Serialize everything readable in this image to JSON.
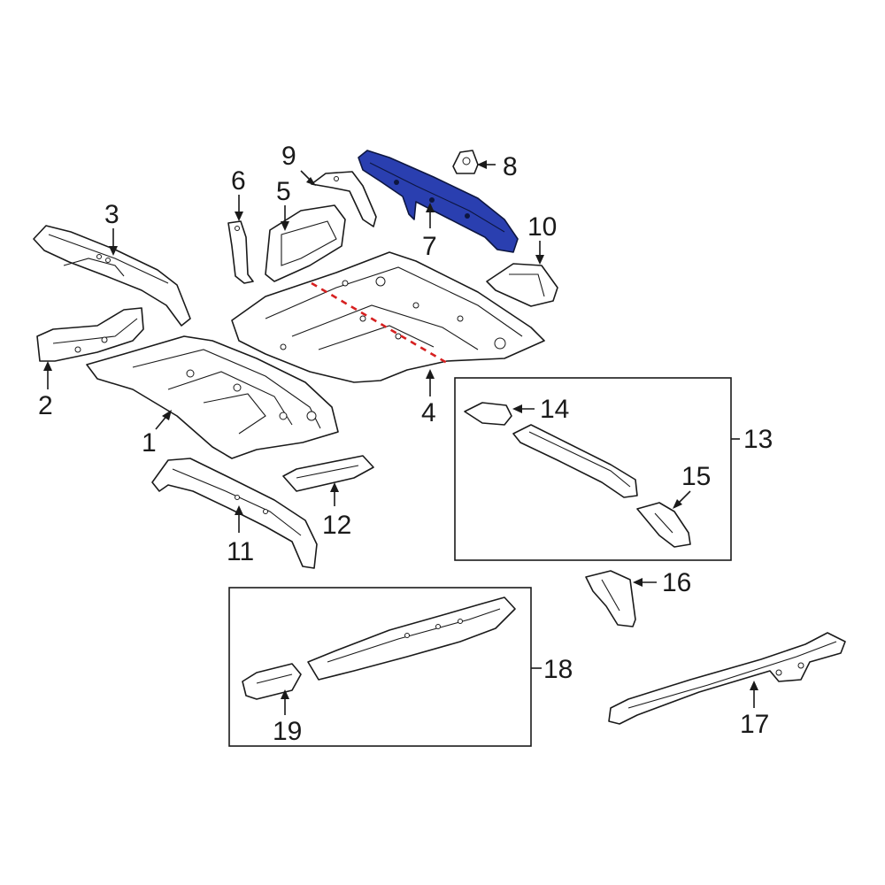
{
  "colors": {
    "highlight_fill": "#2a3fb0",
    "outline": "#1a1a1a",
    "cut_line": "#d62020",
    "background": "#ffffff"
  },
  "callouts": {
    "c1": "1",
    "c2": "2",
    "c3": "3",
    "c4": "4",
    "c5": "5",
    "c6": "6",
    "c7": "7",
    "c8": "8",
    "c9": "9",
    "c10": "10",
    "c11": "11",
    "c12": "12",
    "c13": "13",
    "c14": "14",
    "c15": "15",
    "c16": "16",
    "c17": "17",
    "c18": "18",
    "c19": "19"
  },
  "highlighted_part": "7"
}
